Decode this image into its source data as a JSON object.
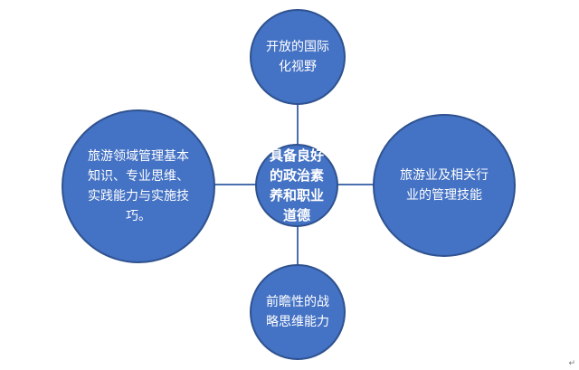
{
  "diagram": {
    "center": {
      "label": "具备良好的政治素养和职业道德"
    },
    "top": {
      "label": "开放的国际化视野"
    },
    "left": {
      "label": "旅游领域管理基本知识、专业思维、实践能力与实施技巧。"
    },
    "right": {
      "label": "旅游业及相关行业的管理技能"
    },
    "bottom": {
      "label": "前瞻性的战略思维能力"
    },
    "colors": {
      "node_fill": "#4472c4",
      "node_border": "#2f528f",
      "connector": "#4a6fae",
      "text": "#ffffff"
    }
  },
  "corner_mark": "↵"
}
